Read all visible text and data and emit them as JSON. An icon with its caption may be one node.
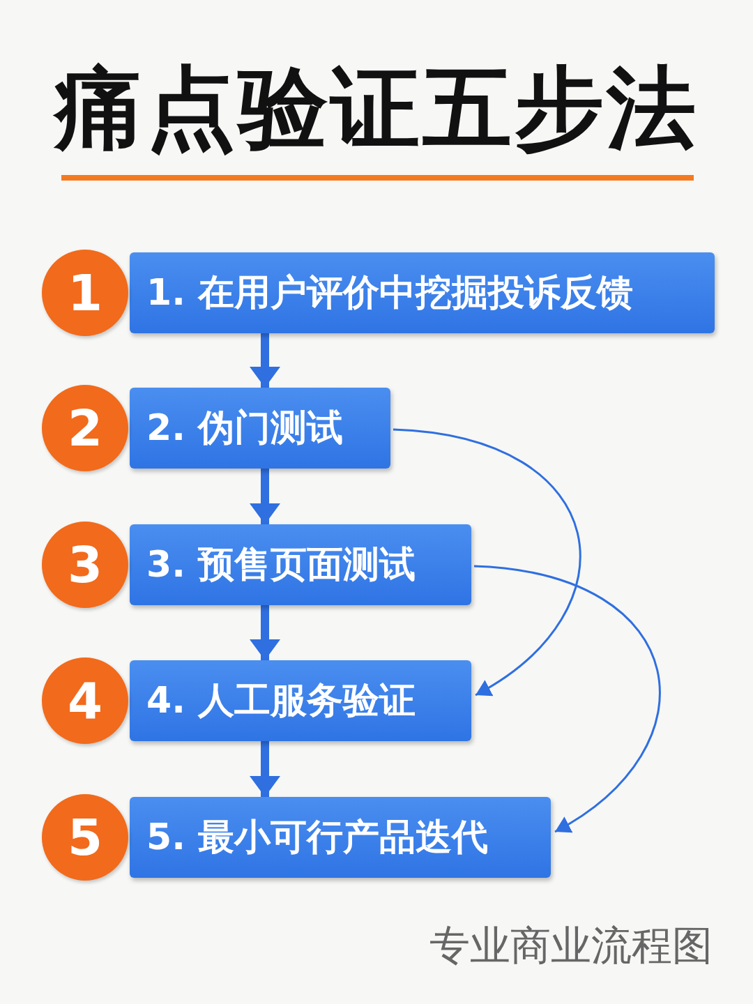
{
  "diagram": {
    "title": "痛点验证五步法",
    "nodes": [
      {
        "text": [
          "1"
        ]
      },
      {
        "text": [
          "1. 在用户评价中挖掘投诉反馈"
        ]
      },
      {
        "text": [
          "2"
        ]
      },
      {
        "text": [
          "2. 伪门测试"
        ]
      },
      {
        "text": [
          "3"
        ]
      },
      {
        "text": [
          "3. 预售页面测试"
        ]
      },
      {
        "text": [
          "4"
        ]
      },
      {
        "text": [
          "4. 人工服务验证"
        ]
      },
      {
        "text": [
          "5"
        ]
      },
      {
        "text": [
          "5. 最小可行产品迭代"
        ]
      }
    ],
    "edges": [
      {
        "from": 1,
        "to": 3,
        "arrow": "to"
      },
      {
        "from": 3,
        "to": 5,
        "arrow": "to"
      },
      {
        "from": 5,
        "to": 7,
        "arrow": "to"
      },
      {
        "from": 7,
        "to": 9,
        "arrow": "to"
      },
      {
        "from": 3,
        "to": 7,
        "arrow": "to"
      },
      {
        "from": 5,
        "to": 9,
        "arrow": "to"
      }
    ],
    "labels": [
      "专业商业流程图"
    ]
  }
}
